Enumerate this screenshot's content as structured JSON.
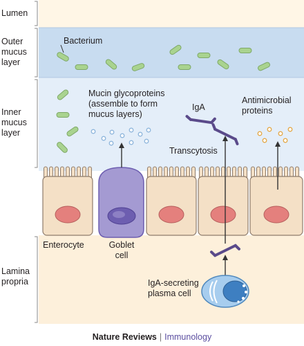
{
  "colors": {
    "lumen": "#fff6e6",
    "outer_mucus": "#c8dcf0",
    "inner_mucus": "#e4eef9",
    "lamina": "#fdf0db",
    "enterocyte": "#f4e0c6",
    "cell_border": "#8e7b6b",
    "nucleus": "#e4807d",
    "goblet": "#a49ad2",
    "goblet_nucleus": "#6d5eb0",
    "bacterium": "#a9d38f",
    "mucin_dot": "#8fb6dc",
    "antimicrobial_dot": "#f0c274",
    "iga": "#5a4a8a",
    "plasma_cell": "#6aa7d8",
    "arrow": "#333333",
    "brand_accent": "#5b4ea0"
  },
  "regions": {
    "lumen": "Lumen",
    "outer_mucus": "Outer\nmucus\nlayer",
    "inner_mucus": "Inner\nmucus\nlayer",
    "lamina": "Lamina\npropria"
  },
  "labels": {
    "bacterium": "Bacterium",
    "mucin": "Mucin glycoproteins\n(assemble to form\nmucus layers)",
    "iga": "IgA",
    "antimicrobial": "Antimicrobial\nproteins",
    "transcytosis": "Transcytosis",
    "enterocyte": "Enterocyte",
    "goblet": "Goblet\ncell",
    "plasma": "IgA-secreting\nplasma cell"
  },
  "footer": {
    "journal": "Nature Reviews",
    "separator": "|",
    "section": "Immunology"
  },
  "icons": {
    "bacterium": "rod-bacterium-icon",
    "iga": "iga-dimer-icon",
    "plasma_cell": "plasma-cell-icon"
  }
}
